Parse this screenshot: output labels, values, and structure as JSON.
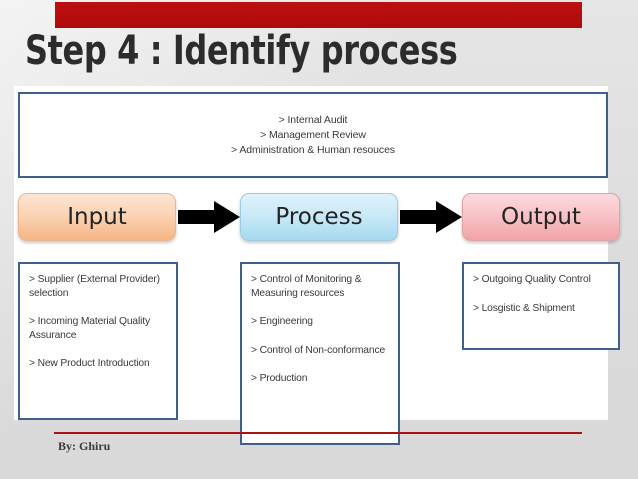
{
  "slide": {
    "title": "Step 4 : Identify process",
    "accent_red": "#b50d0d",
    "border_blue": "#3f5f8f"
  },
  "governance_box": {
    "lines": [
      "> Internal Audit",
      "> Management Review",
      "> Administration & Human resouces"
    ]
  },
  "flow": {
    "stages": [
      {
        "label": "Input",
        "color": "#f6b484"
      },
      {
        "label": "Process",
        "color": "#a6daf0"
      },
      {
        "label": "Output",
        "color": "#f2a3a8"
      }
    ],
    "arrows": [
      {
        "name": "arrow-input-to-process"
      },
      {
        "name": "arrow-process-to-output"
      }
    ]
  },
  "detail_boxes": {
    "input": {
      "items": [
        ">  Supplier (External Provider) selection",
        "> Incoming Material Quality Assurance",
        "> New Product Introduction"
      ]
    },
    "process": {
      "items": [
        ">  Control of Monitoring & Measuring resources",
        "> Engineering",
        "> Control of Non-conformance",
        "> Production"
      ]
    },
    "output": {
      "items": [
        ">  Outgoing Quality Control",
        "> Losgistic & Shipment"
      ]
    }
  },
  "footer": {
    "credit": "By: Ghiru"
  }
}
